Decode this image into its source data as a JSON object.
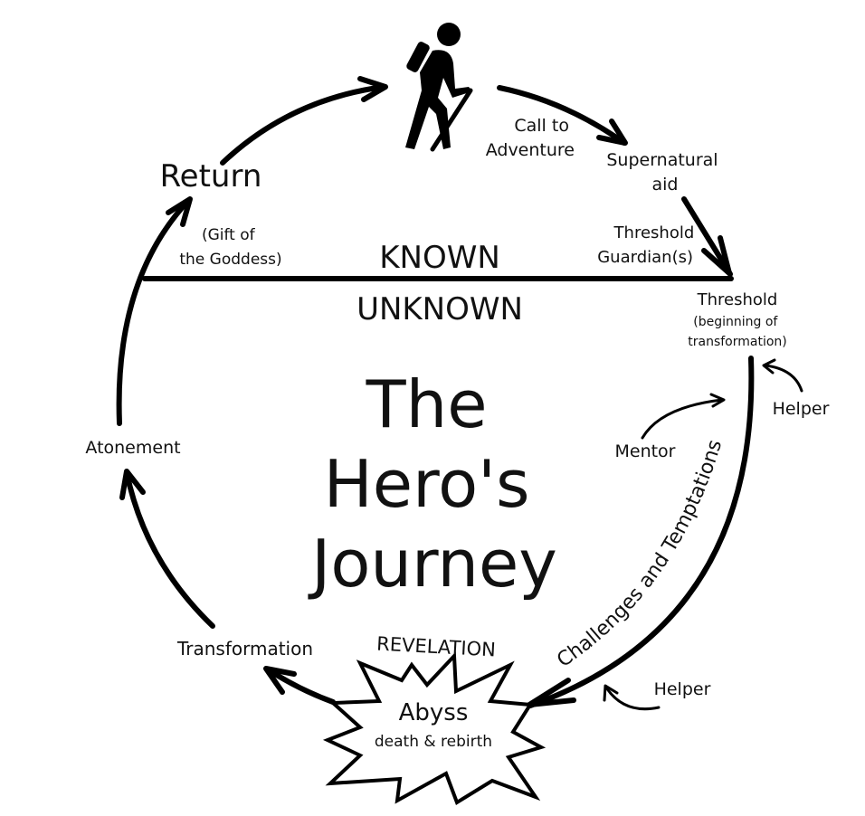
{
  "diagram": {
    "title_lines": [
      "The",
      "Hero's",
      "Journey"
    ],
    "divider": {
      "above": "KNOWN",
      "below": "UNKNOWN"
    },
    "stages": {
      "call": [
        "Call to",
        "Adventure"
      ],
      "supernatural_aid": [
        "Supernatural",
        "aid"
      ],
      "threshold_guardians": [
        "Threshold",
        "Guardian(s)"
      ],
      "threshold": "Threshold",
      "threshold_sub": [
        "(beginning of",
        "transformation)"
      ],
      "helper_top": "Helper",
      "mentor": "Mentor",
      "challenges": "Challenges and Temptations",
      "helper_bottom": "Helper",
      "revelation": "REVELATION",
      "abyss": "Abyss",
      "abyss_sub": "death & rebirth",
      "transformation": "Transformation",
      "atonement": "Atonement",
      "gift": [
        "(Gift of",
        "the Goddess)"
      ],
      "return": "Return"
    },
    "icons": [
      "hiker-icon",
      "abyss-starburst-icon"
    ]
  }
}
